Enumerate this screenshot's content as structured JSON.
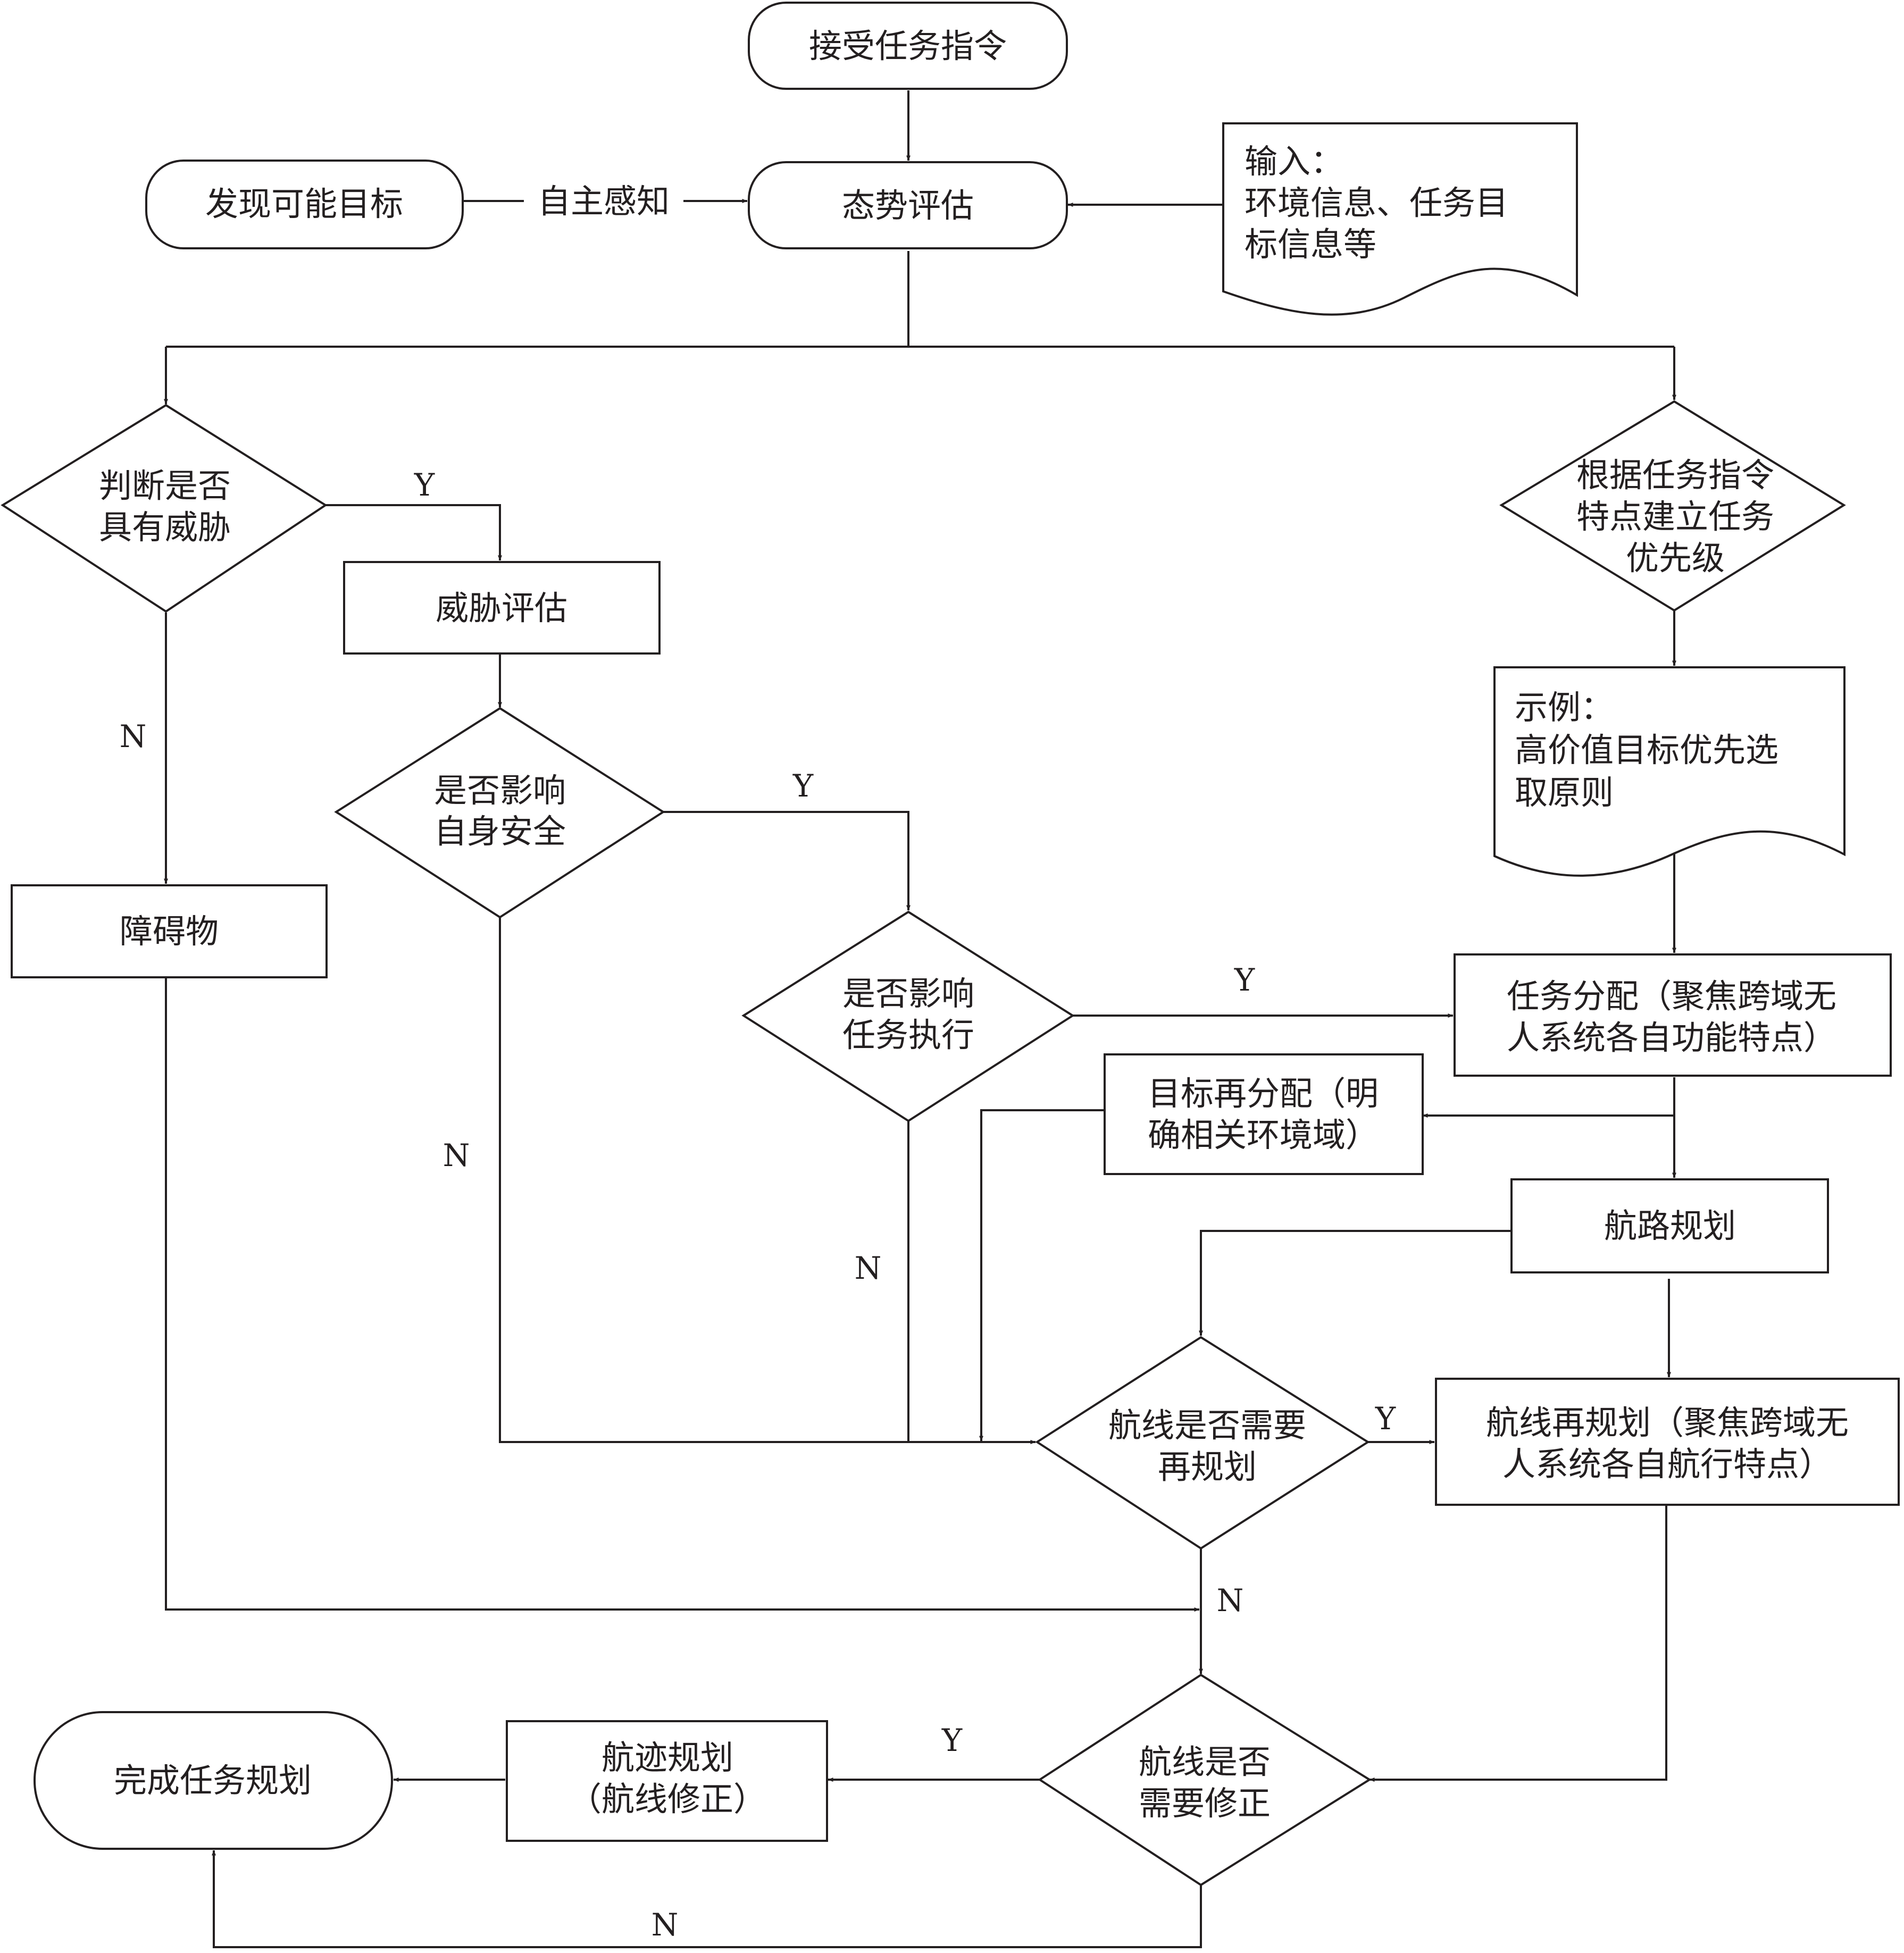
{
  "nodes": {
    "receive_task": "接受任务指令",
    "situation_assess": "态势评估",
    "find_target": "发现可能目标",
    "autonomous_perception": "自主感知",
    "input_doc": [
      "输入：",
      "环境信息、任务目",
      "标信息等"
    ],
    "judge_threat": [
      "判断是否",
      "具有威胁"
    ],
    "threat_assess": "威胁评估",
    "affect_safety": [
      "是否影响",
      "自身安全"
    ],
    "obstacle": "障碍物",
    "affect_task": [
      "是否影响",
      "任务执行"
    ],
    "priority": [
      "根据任务指令",
      "特点建立任务",
      "优先级"
    ],
    "example_doc": [
      "示例：",
      "高价值目标优先选",
      "取原则"
    ],
    "task_assign": [
      "任务分配（聚焦跨域无",
      "人系统各自功能特点）"
    ],
    "target_reassign": [
      "目标再分配（明",
      "确相关环境域）"
    ],
    "route_plan": "航路规划",
    "need_replan": [
      "航线是否需要",
      "再规划"
    ],
    "replan": [
      "航线再规划（聚焦跨域无",
      "人系统各自航行特点）"
    ],
    "need_correct": [
      "航线是否",
      "需要修正"
    ],
    "track_plan": [
      "航迹规划",
      "（航线修正）"
    ],
    "complete": "完成任务规划"
  },
  "edge_labels": {
    "threat_yes": "Y",
    "threat_no": "N",
    "safety_yes": "Y",
    "safety_no": "N",
    "task_yes": "Y",
    "task_no": "N",
    "replan_yes": "Y",
    "replan_no": "N",
    "correct_yes": "Y",
    "correct_no": "N"
  }
}
